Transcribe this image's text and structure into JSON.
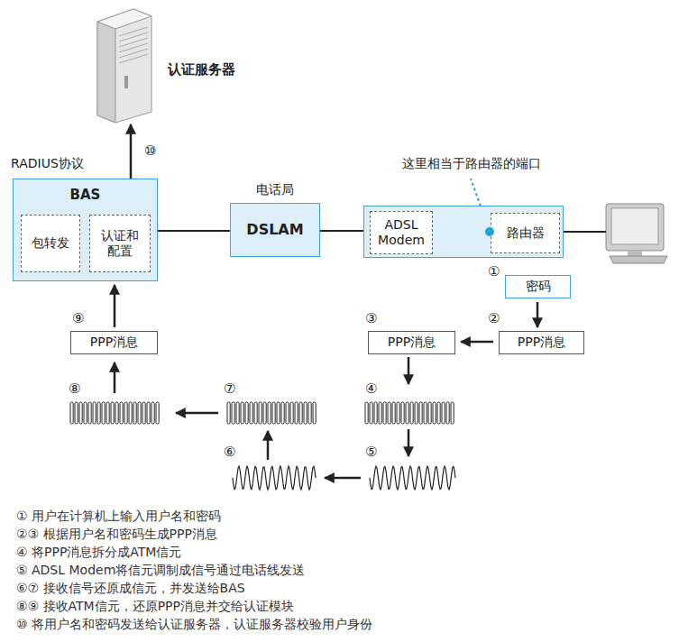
{
  "diagram": {
    "nodes": [
      {
        "text": [
          "认证服务器"
        ]
      },
      {
        "text": [
          "BAS"
        ]
      },
      {
        "text": [
          "包转发"
        ],
        "in": 1
      },
      {
        "text": [
          "认证和 配置"
        ],
        "in": 1
      },
      {
        "text": [
          "电话局",
          "DSLAM"
        ]
      },
      {
        "text": []
      },
      {
        "text": [
          "ADSL Modem"
        ],
        "in": 5
      },
      {
        "text": [
          "路由器"
        ],
        "in": 5
      },
      {
        "text": [
          "密码"
        ]
      },
      {
        "text": [
          "PPP消息"
        ]
      },
      {
        "text": [
          "PPP消息"
        ]
      },
      {
        "text": [
          "PPP消息"
        ]
      }
    ],
    "edges": [
      {
        "from": 1,
        "to": 0,
        "arrow": "to"
      },
      {
        "from": 1,
        "to": 4,
        "arrow": "none"
      },
      {
        "from": 4,
        "to": 5,
        "arrow": "none"
      },
      {
        "from": 6,
        "to": 7,
        "arrow": "none"
      },
      {
        "from": 8,
        "to": 9,
        "arrow": "to"
      },
      {
        "from": 9,
        "to": 10,
        "arrow": "to"
      },
      {
        "from": 11,
        "to": 1,
        "arrow": "to"
      }
    ],
    "labels": [
      "RADIUS协议",
      "⑩",
      "这里相当于路由器的端口",
      "①",
      "②",
      "③",
      "④",
      "⑤",
      "⑥",
      "⑦",
      "⑧",
      "⑨",
      "① 用户在计算机上输入用户名和密码",
      "②③ 根据用户名和密码生成PPP消息",
      "④ 将PPP消息拆分成ATM信元",
      "⑤ ADSL Modem将信元调制成信号通过电话线发送",
      "⑥⑦ 接收信号还原成信元，并发送给BAS",
      "⑧⑨ 接收ATM信元，还原PPP消息并交给认证模块",
      "⑩ 将用户名和密码发送给认证服务器，认证服务器校验用户身份"
    ]
  }
}
